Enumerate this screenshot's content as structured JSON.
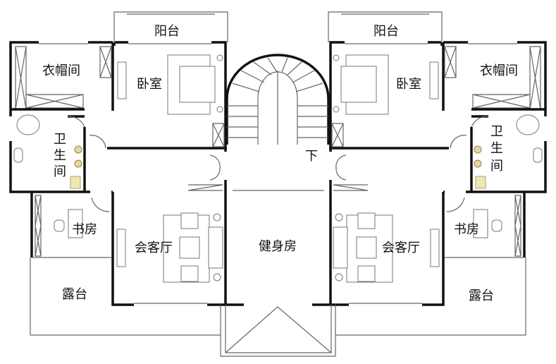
{
  "plan": {
    "rooms": {
      "balcony_left": "阳台",
      "bedroom_left": "卧室",
      "closet_left": "衣帽间",
      "bathroom_left": [
        "卫",
        "生",
        "间"
      ],
      "study_left": "书房",
      "living_left": "会客厅",
      "terrace_left": "露台",
      "gym": "健身房",
      "balcony_right": "阳台",
      "bedroom_right": "卧室",
      "closet_right": "衣帽间",
      "bathroom_right": [
        "卫",
        "生",
        "间"
      ],
      "study_right": "书房",
      "living_right": "会客厅",
      "terrace_right": "露台"
    },
    "stair_label": "下",
    "colors": {
      "wall": "#111111",
      "thin": "#666666",
      "sink": "#c8b070"
    }
  }
}
